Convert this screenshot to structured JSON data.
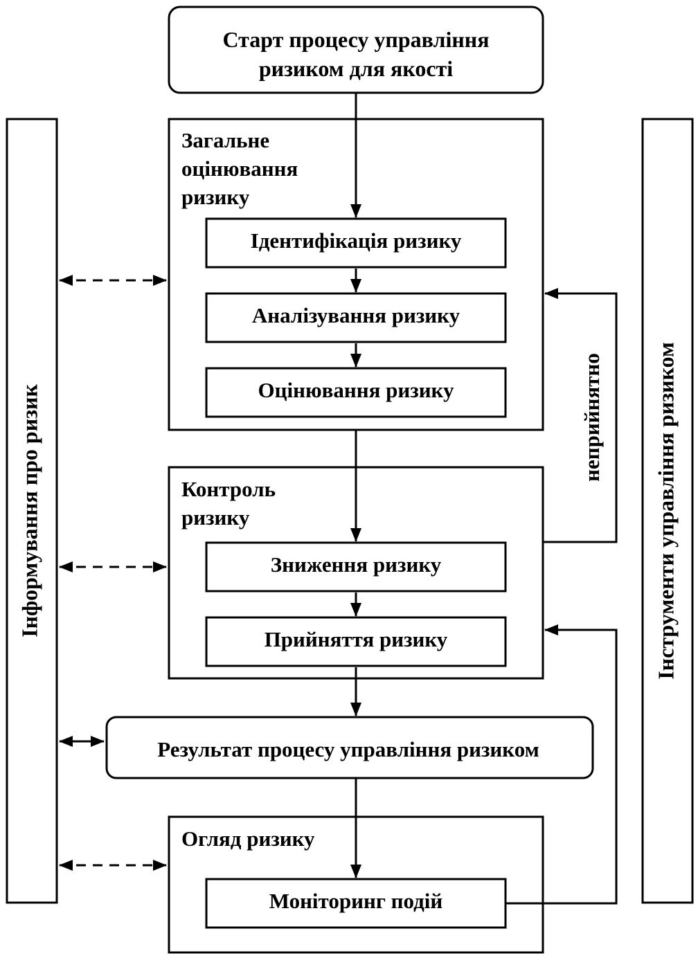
{
  "start": {
    "line1": "Старт процесу управління",
    "line2": "ризиком для якості"
  },
  "assessment": {
    "title_line1": "Загальне",
    "title_line2": "оцінювання",
    "title_line3": "ризику",
    "step1": "Ідентифікація ризику",
    "step2": "Аналізування ризику",
    "step3": "Оцінювання ризику"
  },
  "control": {
    "title_line1": "Контроль",
    "title_line2": "ризику",
    "step1": "Зниження ризику",
    "step2": "Прийняття ризику"
  },
  "result": {
    "label": "Результат процесу управління ризиком"
  },
  "review": {
    "title": "Огляд ризику",
    "step1": "Моніторинг подій"
  },
  "side_left": {
    "label": "Інформування про ризик"
  },
  "side_right": {
    "label": "Інструменти управління ризиком"
  },
  "feedback": {
    "label": "неприйнятно"
  }
}
